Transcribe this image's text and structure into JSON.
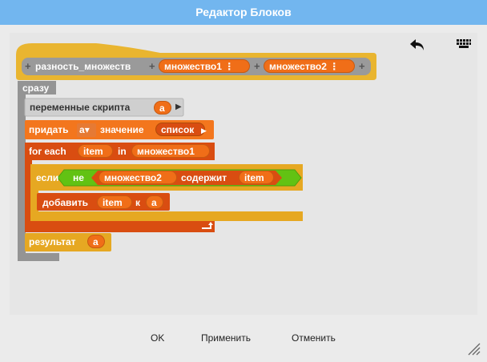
{
  "window": {
    "title": "Редактор Блоков"
  },
  "toolbar": {
    "undo_icon": "undo-arrow-icon",
    "keyboard_icon": "keyboard-icon"
  },
  "blocks": {
    "hat": {
      "name": "разность_множеств",
      "param1": "множество1",
      "param2": "множество2",
      "plus": "+"
    },
    "sraz": "сразу",
    "script_vars": {
      "label": "переменные скрипта",
      "var": "a"
    },
    "set": {
      "label": "придать",
      "var": "a",
      "value_label": "значение",
      "value": "список"
    },
    "foreach": {
      "label": "for each",
      "item": "item",
      "in": "in",
      "list": "множество1"
    },
    "if": {
      "label": "если",
      "not": "не",
      "list": "множество2",
      "contains": "содержит",
      "item": "item"
    },
    "add": {
      "label": "добавить",
      "item": "item",
      "to": "к",
      "list": "a"
    },
    "report": {
      "label": "результат",
      "var": "a"
    }
  },
  "footer": {
    "ok": "OK",
    "apply": "Применить",
    "cancel": "Отменить"
  },
  "colors": {
    "titlebar": "#72b6ef",
    "hat": "#e9b530",
    "control": "#e6a822",
    "variables": "#f3761d",
    "lists": "#d94d11",
    "operators": "#62c213",
    "other": "#969696"
  }
}
